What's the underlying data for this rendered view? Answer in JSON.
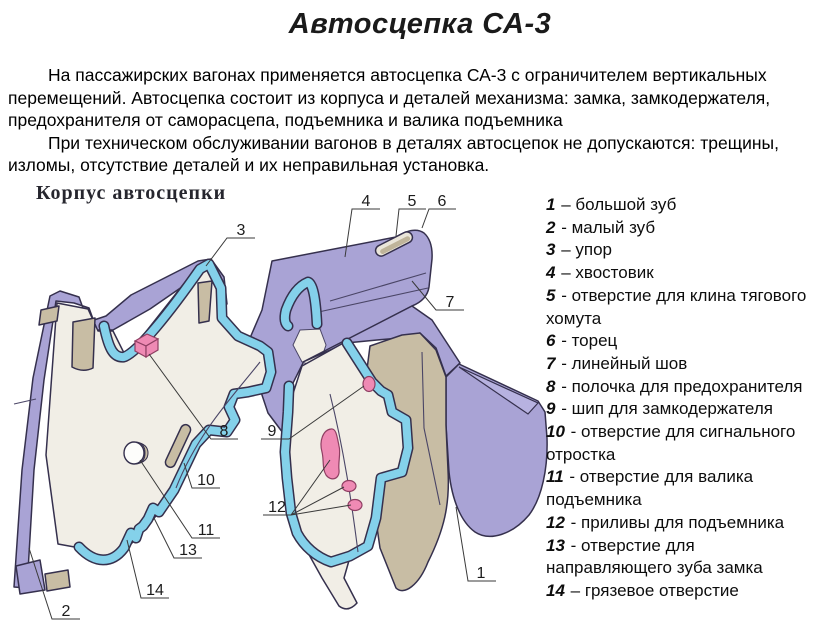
{
  "page": {
    "title": "Автосцепка СА-3"
  },
  "intro": {
    "paragraph1": "На пассажирских вагонах применяется автосцепка СА-3 с ограничителем вертикальных перемещений. Автосцепка состоит из корпуса и деталей механизма: замка, замкодержателя, предохранителя от саморасцепа, подъемника и валика подъемника",
    "paragraph2": "При техническом обслуживании вагонов в деталях автосцепок не допускаются: трещины, изломы, отсутствие деталей и их неправильная установка."
  },
  "diagram": {
    "caption": "Корпус автосцепки",
    "callouts": [
      "1",
      "2",
      "3",
      "4",
      "5",
      "6",
      "7",
      "8",
      "9",
      "10",
      "11",
      "12",
      "13",
      "14"
    ],
    "colors": {
      "body_purple": "#a9a3d5",
      "cut_edge_cyan": "#84d1ea",
      "cut_face_cream": "#f1eee6",
      "inner_tan": "#c8bda4",
      "mechanism_pink": "#ef8ab4"
    }
  },
  "legend": {
    "items": [
      {
        "num": "1",
        "rest": " – большой зуб"
      },
      {
        "num": "2",
        "rest": " - малый зуб"
      },
      {
        "num": "3",
        "rest": " – упор"
      },
      {
        "num": "4",
        "rest": " – хвостовик"
      },
      {
        "num": "5",
        "rest": " - отверстие для клина тягового хомута"
      },
      {
        "num": "6",
        "rest": " - торец"
      },
      {
        "num": "7",
        "rest": " - линейный шов"
      },
      {
        "num": "8",
        "rest": " - полочка для предохранителя"
      },
      {
        "num": "9",
        "rest": " - шип для замкодержателя"
      },
      {
        "num": "10",
        "rest": " - отверстие для сигнального отростка"
      },
      {
        "num": "11",
        "rest": " - отверстие для валика подъемника"
      },
      {
        "num": "12",
        "rest": " - приливы для подъемника"
      },
      {
        "num": "13",
        "rest": " - отверстие для направляющего зуба замка"
      },
      {
        "num": "14",
        "rest": " – грязевое отверстие"
      }
    ]
  }
}
